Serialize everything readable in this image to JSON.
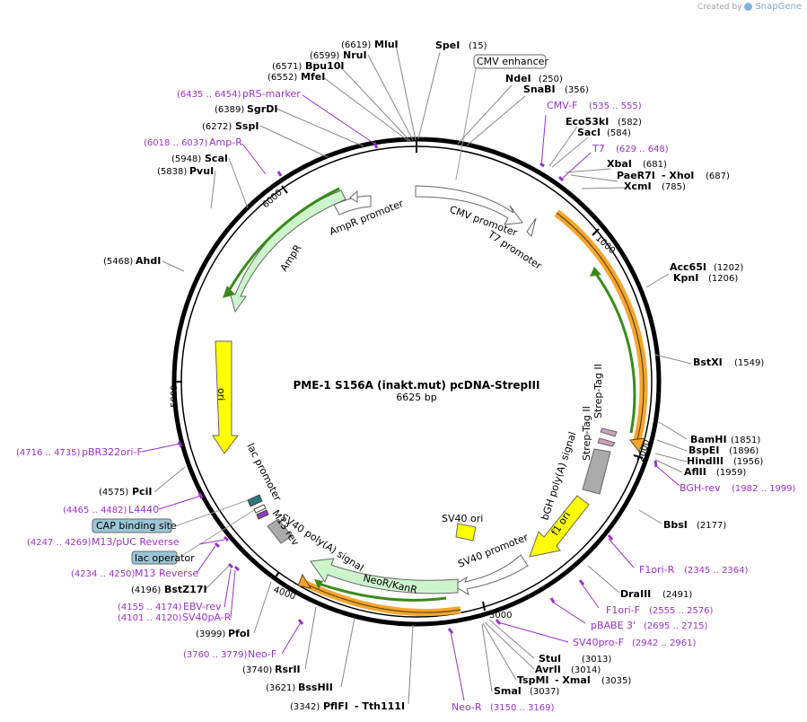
{
  "badge": {
    "created_by": "Created by",
    "brand": "SnapGene"
  },
  "plasmid": {
    "name": "PME-1 S156A (inakt.mut) pcDNA-StrepIII",
    "size": "6625 bp"
  },
  "ticks": [
    "1000",
    "2000",
    "3000",
    "4000",
    "5000",
    "6000"
  ],
  "sites": [
    {
      "name": "SpeI",
      "pos": "(15)"
    },
    {
      "name": "NdeI",
      "pos": "(250)"
    },
    {
      "name": "SnaBI",
      "pos": "(356)"
    },
    {
      "name": "Eco53kI",
      "pos": "(582)"
    },
    {
      "name": "SacI",
      "pos": "(584)"
    },
    {
      "name": "XbaI",
      "pos": "(681)"
    },
    {
      "name": "PaeR7I",
      "pos": ""
    },
    {
      "name": "- XhoI",
      "pos": "(687)"
    },
    {
      "name": "XcmI",
      "pos": "(785)"
    },
    {
      "name": "Acc65I",
      "pos": "(1202)"
    },
    {
      "name": "KpnI",
      "pos": "(1206)"
    },
    {
      "name": "BstXI",
      "pos": "(1549)"
    },
    {
      "name": "BamHI",
      "pos": "(1851)"
    },
    {
      "name": "BspEI",
      "pos": "(1896)"
    },
    {
      "name": "HindIII",
      "pos": "(1956)"
    },
    {
      "name": "AflII",
      "pos": "(1959)"
    },
    {
      "name": "BbsI",
      "pos": "(2177)"
    },
    {
      "name": "DraIII",
      "pos": "(2491)"
    },
    {
      "name": "StuI",
      "pos": "(3013)"
    },
    {
      "name": "AvrII",
      "pos": "(3014)"
    },
    {
      "name": "TspMI",
      "pos": ""
    },
    {
      "name": "- XmaI",
      "pos": "(3035)"
    },
    {
      "name": "SmaI",
      "pos": "(3037)"
    },
    {
      "name": "PflFI",
      "pos": "(3342)"
    },
    {
      "name": "- Tth111I",
      "pos": ""
    },
    {
      "name": "BssHII",
      "pos": "(3621)"
    },
    {
      "name": "RsrII",
      "pos": "(3740)"
    },
    {
      "name": "PfoI",
      "pos": "(3999)"
    },
    {
      "name": "BstZ17I",
      "pos": "(4196)"
    },
    {
      "name": "PciI",
      "pos": "(4575)"
    },
    {
      "name": "AhdI",
      "pos": "(5468)"
    },
    {
      "name": "PvuI",
      "pos": "(5838)"
    },
    {
      "name": "ScaI",
      "pos": "(5948)"
    },
    {
      "name": "SspI",
      "pos": "(6272)"
    },
    {
      "name": "SgrDI",
      "pos": "(6389)"
    },
    {
      "name": "MfeI",
      "pos": "(6552)"
    },
    {
      "name": "Bpu10I",
      "pos": "(6571)"
    },
    {
      "name": "NruI",
      "pos": "(6599)"
    },
    {
      "name": "MluI",
      "pos": "(6619)"
    }
  ],
  "primers": [
    {
      "name": "CMV-F",
      "range": "(535 .. 555)"
    },
    {
      "name": "T7",
      "range": "(629 .. 648)"
    },
    {
      "name": "BGH-rev",
      "range": "(1982 .. 1999)"
    },
    {
      "name": "F1ori-R",
      "range": "(2345 .. 2364)"
    },
    {
      "name": "F1ori-F",
      "range": "(2555 .. 2576)"
    },
    {
      "name": "pBABE 3'",
      "range": "(2695 .. 2715)"
    },
    {
      "name": "SV40pro-F",
      "range": "(2942 .. 2961)"
    },
    {
      "name": "Neo-R",
      "range": "(3150 .. 3169)"
    },
    {
      "name": "Neo-F",
      "range": "(3760 .. 3779)"
    },
    {
      "name": "SV40pA-R",
      "range": "(4101 .. 4120)"
    },
    {
      "name": "EBV-rev",
      "range": "(4155 .. 4174)"
    },
    {
      "name": "M13 Reverse",
      "range": "(4234 .. 4250)"
    },
    {
      "name": "M13/pUC Reverse",
      "range": "(4247 .. 4269)"
    },
    {
      "name": "L4440",
      "range": "(4465 .. 4482)"
    },
    {
      "name": "pBR322ori-F",
      "range": "(4716 .. 4735)"
    },
    {
      "name": "Amp-R",
      "range": "(6018 .. 6037)"
    },
    {
      "name": "pRS-marker",
      "range": "(6435 .. 6454)"
    }
  ],
  "features": {
    "cmv_enhancer": "CMV enhancer",
    "cmv_promoter": "CMV promoter",
    "t7_promoter": "T7 promoter",
    "strep_tag_1": "Strep-Tag II",
    "strep_tag_2": "Strep-Tag II",
    "bgh_polya": "bGH poly(A) signal",
    "f1_ori": "f1 ori",
    "sv40_ori": "SV40 ori",
    "sv40_promoter": "SV40 promoter",
    "neo_kan": "NeoR/KanR",
    "sv40_polya": "SV40 poly(A) signal",
    "m13_rev": "M13 rev",
    "lac_promoter": "lac promoter",
    "ori": "ori",
    "ampr": "AmpR",
    "ampr_promoter": "AmpR promoter",
    "cap_binding_site": "CAP binding site",
    "lac_operator": "lac operator"
  },
  "colors": {
    "primer": "#9b30c8",
    "ori": "#ffff00",
    "ampr": "#ccf5cc",
    "orf_orange": "#f7a530",
    "orf_green": "#3a8a1a",
    "callout_box": "#9bc5d6"
  }
}
